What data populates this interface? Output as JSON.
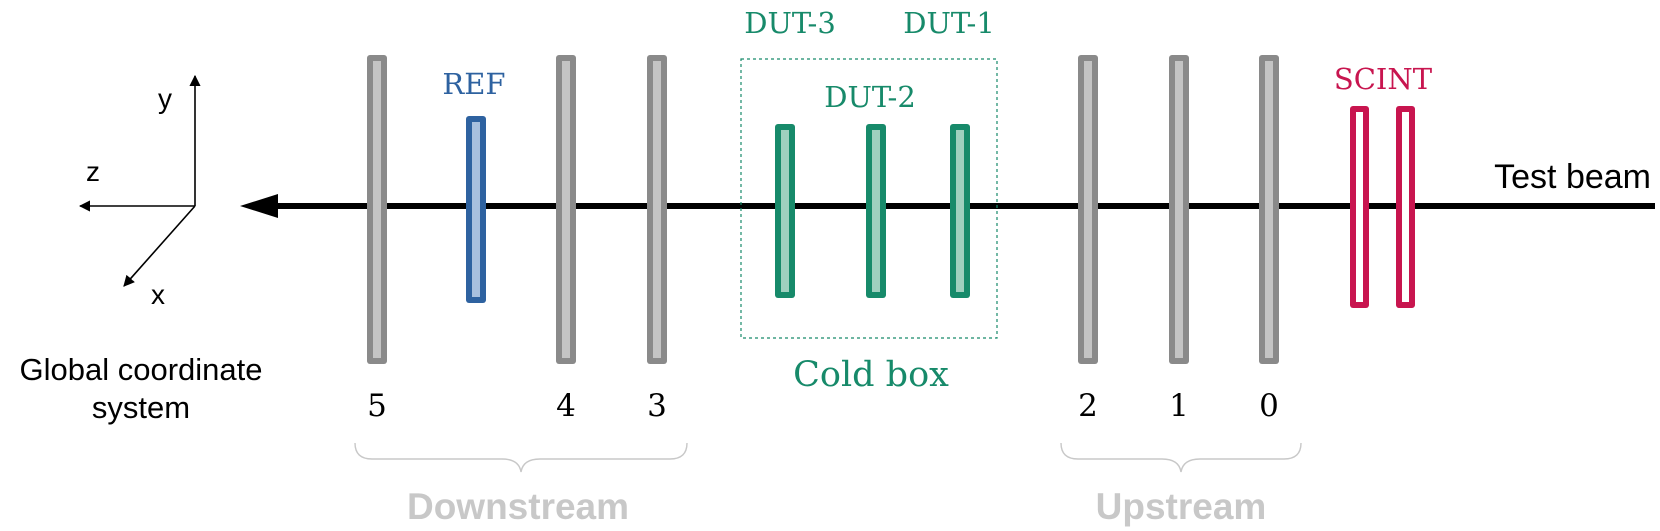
{
  "coordinate_system": {
    "caption_line1": "Global coordinate",
    "caption_line2": "system",
    "axis_y": "y",
    "axis_z": "z",
    "axis_x": "x"
  },
  "beam": {
    "label": "Test beam"
  },
  "reference": {
    "label": "REF"
  },
  "cold_box": {
    "label": "Cold box"
  },
  "duts": {
    "dut3": "DUT-3",
    "dut2": "DUT-2",
    "dut1": "DUT-1"
  },
  "scintillators": {
    "label": "SCINT"
  },
  "telescope_planes": [
    "5",
    "4",
    "3",
    "2",
    "1",
    "0"
  ],
  "groups": {
    "downstream": "Downstream",
    "upstream": "Upstream"
  },
  "colors": {
    "plane": "#8a8a8a",
    "plane_inner": "#c4c4c4",
    "ref": "#2e62a0",
    "dut": "#178a6a",
    "scint": "#c8154f",
    "beam": "#000000",
    "group_label": "#c8c8c8"
  }
}
